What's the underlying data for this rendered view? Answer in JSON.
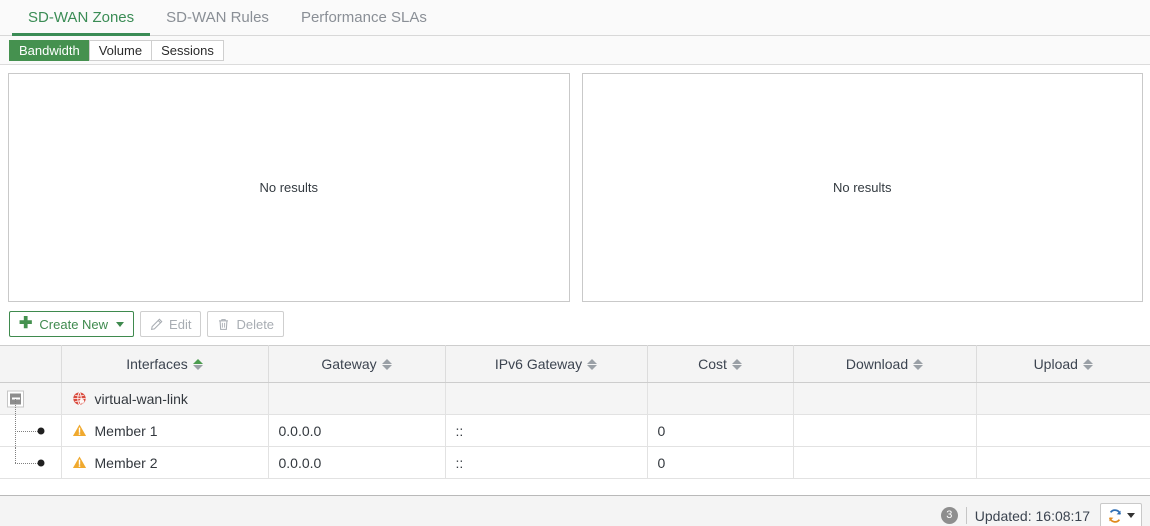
{
  "tabs": [
    {
      "label": "SD-WAN Zones",
      "active": true
    },
    {
      "label": "SD-WAN Rules",
      "active": false
    },
    {
      "label": "Performance SLAs",
      "active": false
    }
  ],
  "subtabs": [
    {
      "label": "Bandwidth",
      "active": true
    },
    {
      "label": "Volume",
      "active": false
    },
    {
      "label": "Sessions",
      "active": false
    }
  ],
  "panels": [
    {
      "empty_text": "No results"
    },
    {
      "empty_text": "No results"
    }
  ],
  "toolbar": {
    "create_new_label": "Create New",
    "edit_label": "Edit",
    "delete_label": "Delete"
  },
  "table": {
    "columns": [
      {
        "label": "",
        "sortable": false,
        "sort": "none"
      },
      {
        "label": "Interfaces",
        "sortable": true,
        "sort": "asc"
      },
      {
        "label": "Gateway",
        "sortable": true,
        "sort": "none"
      },
      {
        "label": "IPv6 Gateway",
        "sortable": true,
        "sort": "none"
      },
      {
        "label": "Cost",
        "sortable": true,
        "sort": "none"
      },
      {
        "label": "Download",
        "sortable": true,
        "sort": "none"
      },
      {
        "label": "Upload",
        "sortable": true,
        "sort": "none"
      }
    ],
    "rows": [
      {
        "type": "group",
        "expanded": true,
        "icon": "globe-red-icon",
        "name": "virtual-wan-link",
        "gateway": "",
        "ipv6_gateway": "",
        "cost": "",
        "download": "",
        "upload": ""
      },
      {
        "type": "child",
        "icon": "warning-triangle-icon",
        "name": "Member 1",
        "gateway": "0.0.0.0",
        "ipv6_gateway": "::",
        "cost": "0",
        "download": "",
        "upload": ""
      },
      {
        "type": "child",
        "icon": "warning-triangle-icon",
        "name": "Member 2",
        "gateway": "0.0.0.0",
        "ipv6_gateway": "::",
        "cost": "0",
        "download": "",
        "upload": ""
      }
    ]
  },
  "statusbar": {
    "count": "3",
    "updated_label": "Updated: 16:08:17",
    "refresh_icon": "refresh-icon"
  },
  "colors": {
    "accent_green": "#3a8c55",
    "active_tab_green": "#45914f",
    "warning_amber": "#f0a92e",
    "error_red": "#d94a3d",
    "sort_active_green": "#4b9c4e",
    "badge_gray": "#8e8e8e"
  }
}
